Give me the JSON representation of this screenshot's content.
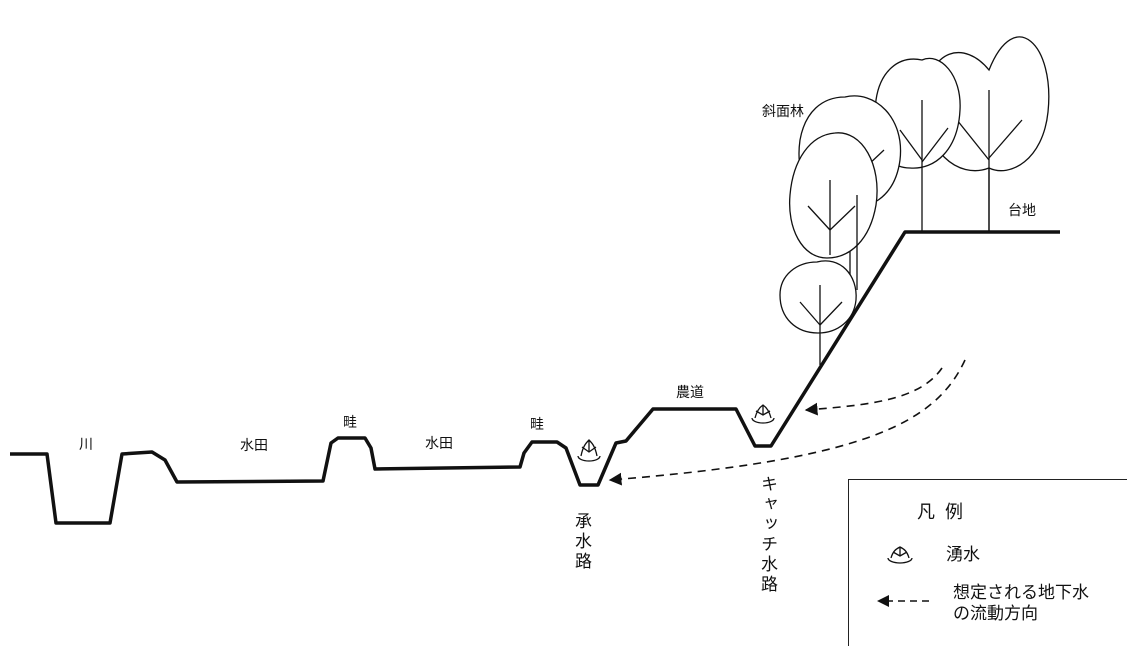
{
  "labels": {
    "river": "川",
    "paddy_left": "水田",
    "ridge_left": "畦",
    "paddy_right": "水田",
    "ridge_right": "畦",
    "farm_road": "農道",
    "slope_forest": "斜面林",
    "plateau": "台地",
    "receiving_channel": "承水路",
    "catch_channel": "キャッチ水路"
  },
  "legend": {
    "title_left": "凡",
    "title_right": "例",
    "spring_label": "湧水",
    "flow_label_line1": "想定される地下水",
    "flow_label_line2": "の流動方向"
  },
  "icons": {
    "spring": "spring-icon",
    "flow_arrow": "dashed-arrow-icon",
    "tree": "tree-icon"
  },
  "colors": {
    "line": "#111111",
    "background": "#ffffff"
  }
}
